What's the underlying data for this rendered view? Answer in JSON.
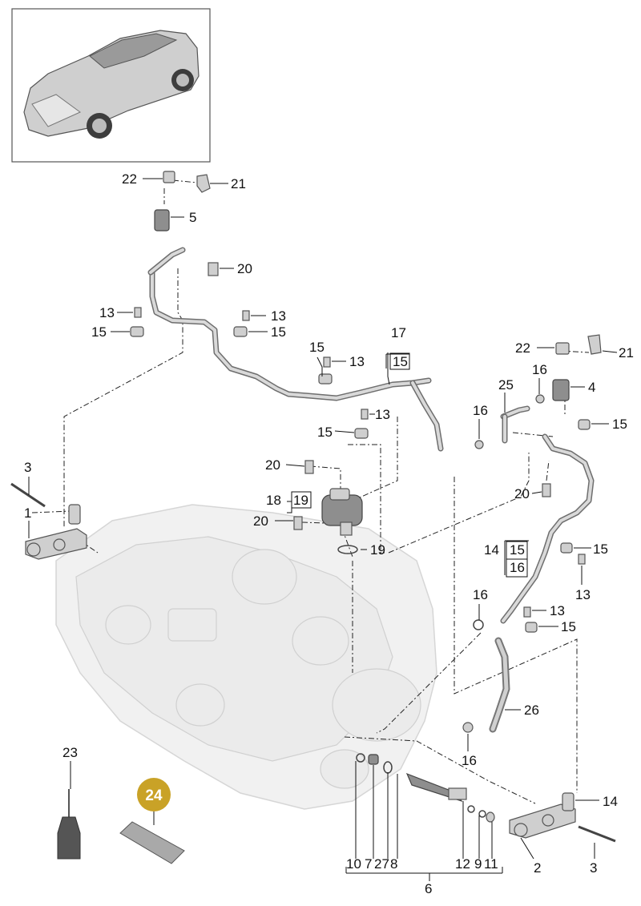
{
  "callouts": {
    "c1": "1",
    "c2": "2",
    "c3a": "3",
    "c3b": "3",
    "c4": "4",
    "c5": "5",
    "c6": "6",
    "c7": "7",
    "c8": "8",
    "c9": "9",
    "c10": "10",
    "c11": "11",
    "c12": "12",
    "c13a": "13",
    "c13b": "13",
    "c13c": "13",
    "c13d": "13",
    "c13e": "13",
    "c13f": "13",
    "c14a": "14",
    "c14b": "14",
    "c15a": "15",
    "c15b": "15",
    "c15c": "15",
    "c15d": "15",
    "c15e": "15",
    "c15f": "15",
    "c15g": "15",
    "c15h": "15",
    "c15i": "15",
    "c16a": "16",
    "c16b": "16",
    "c16c": "16",
    "c16d": "16",
    "c16e": "16",
    "c17": "17",
    "c18": "18",
    "c19a": "19",
    "c19b": "19",
    "c20a": "20",
    "c20b": "20",
    "c20c": "20",
    "c20d": "20",
    "c21a": "21",
    "c21b": "21",
    "c22a": "22",
    "c22b": "22",
    "c23": "23",
    "c24": "24",
    "c25": "25",
    "c26": "26",
    "c27": "27"
  },
  "colors": {
    "badge_fill": "#c9a227",
    "badge_text": "#ffffff",
    "part_gray": "#cfcfcf",
    "pipe_gray": "#6e6e6e",
    "engine_ghost": "#f1f1f1"
  }
}
